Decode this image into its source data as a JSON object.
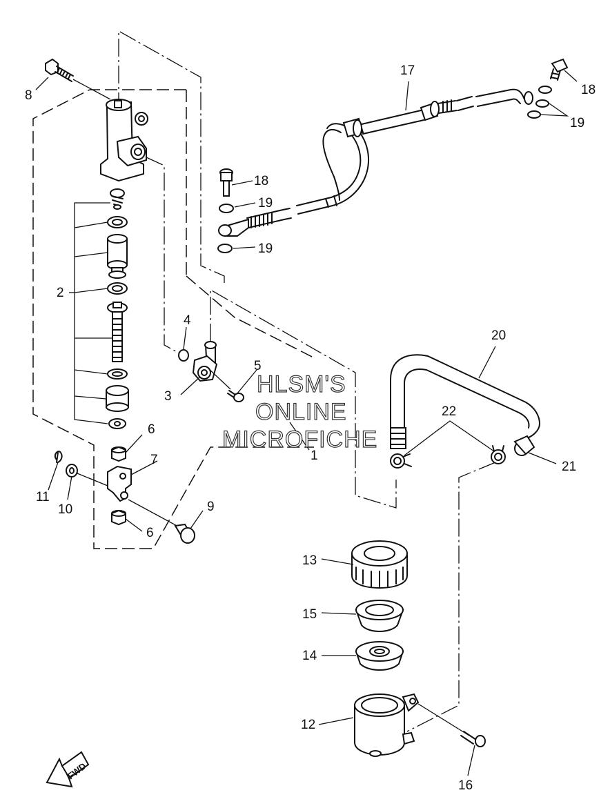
{
  "watermark": [
    "HLSM'S",
    "ONLINE",
    "MICROFICHE"
  ],
  "fwd_label": "FWD",
  "callouts": {
    "c1": "1",
    "c2": "2",
    "c3": "3",
    "c4": "4",
    "c5": "5",
    "c6a": "6",
    "c6b": "6",
    "c7": "7",
    "c8": "8",
    "c9": "9",
    "c10": "10",
    "c11": "11",
    "c12": "12",
    "c13": "13",
    "c14": "14",
    "c15": "15",
    "c16": "16",
    "c17": "17",
    "c18a": "18",
    "c18b": "18",
    "c19a": "19",
    "c19b": "19",
    "c19c": "19",
    "c20": "20",
    "c21": "21",
    "c22": "22"
  }
}
